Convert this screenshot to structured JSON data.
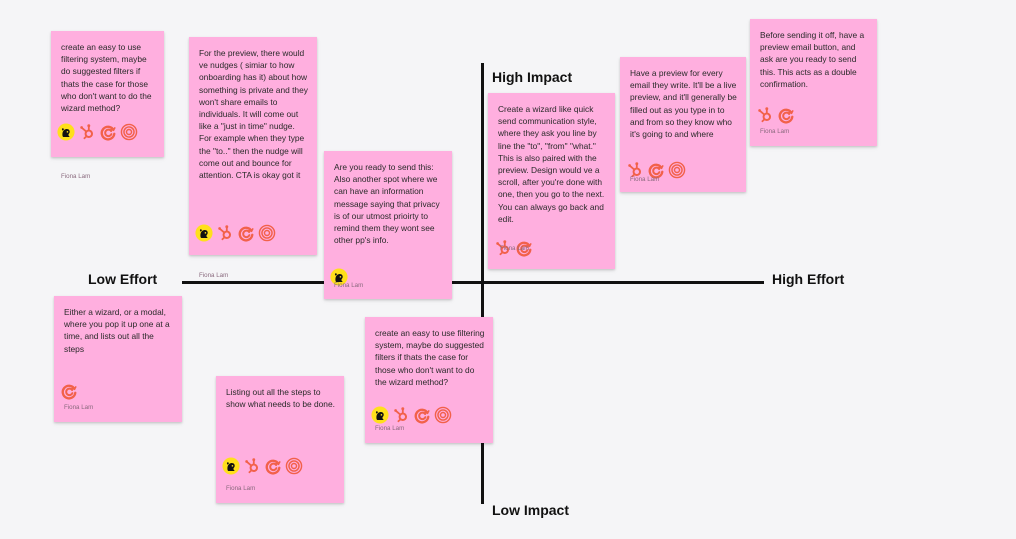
{
  "axes": {
    "high_impact": "High Impact",
    "low_impact": "Low Impact",
    "low_effort": "Low Effort",
    "high_effort": "High Effort"
  },
  "colors": {
    "sticky": "#ffafdf",
    "axis": "#111111",
    "brand_coral": "#f2614a",
    "mailchimp_yellow": "#ffe01b"
  },
  "stickies": [
    {
      "text": "create an easy to use filtering system, maybe do suggested filters if thats the case for those who don't want to do the wizard method?",
      "author": "Fiona Lam",
      "icons": [
        "mailchimp-icon",
        "hubspot-icon",
        "swirl-icon",
        "rings-icon"
      ]
    },
    {
      "text": "For the preview, there would ve nudges ( simiar to how onboarding has it) about how something is private and they won't share emails to individuals. It will come out like a \"just in time\" nudge. For example when they type the \"to..\" then the nudge will come out and bounce for attention. CTA is okay got it",
      "author": "Fiona Lam",
      "icons": [
        "mailchimp-icon",
        "hubspot-icon",
        "swirl-icon",
        "rings-icon"
      ]
    },
    {
      "text": "Are you ready to send this: Also another spot where we can have an information message saying that privacy is of our utmost prioirty to remind them they wont see other pp's info.",
      "author": "Fiona Lam",
      "icons": [
        "mailchimp-icon"
      ]
    },
    {
      "text": "Create a wizard like quick send communication style, where they ask you line by line the \"to\", \"from\" \"what.\" This is also paired with the preview. Design would ve a scroll, after you're done with one, then you go to the next. You can always go back and edit.",
      "author": "Fiona Lam",
      "icons": [
        "hubspot-icon",
        "swirl-icon"
      ]
    },
    {
      "text": "Have a preview for every email they write. It'll be a live preview, and it'll generally be filled out as you type in to and from so they know who it's going to and where",
      "author": "Fiona Lam",
      "icons": [
        "hubspot-icon",
        "swirl-icon",
        "rings-icon"
      ]
    },
    {
      "text": "Before sending it off, have a preview email button, and ask are you ready to send this. This acts as a double confirmation.",
      "author": "Fiona Lam",
      "icons": [
        "hubspot-icon",
        "swirl-icon"
      ]
    },
    {
      "text": "Either a wizard, or a modal, where you pop it up one at a time, and lists out all the steps",
      "author": "Fiona Lam",
      "icons": [
        "swirl-icon"
      ]
    },
    {
      "text": "Listing out all the steps to show what needs to be done.",
      "author": "Fiona Lam",
      "icons": [
        "mailchimp-icon",
        "hubspot-icon",
        "swirl-icon",
        "rings-icon"
      ]
    },
    {
      "text": "create an easy to use filtering system, maybe do suggested filters if thats the case for those who don't want to do the wizard method?",
      "author": "Fiona Lam",
      "icons": [
        "mailchimp-icon",
        "hubspot-icon",
        "swirl-icon",
        "rings-icon"
      ]
    }
  ]
}
